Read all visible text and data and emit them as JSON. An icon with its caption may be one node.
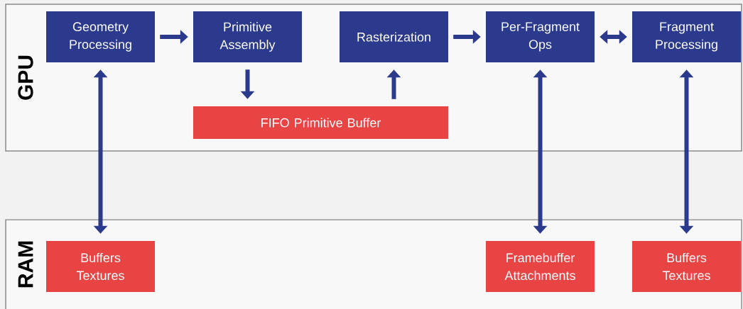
{
  "diagram": {
    "nodes": [
      {
        "text": [
          "GPU"
        ]
      },
      {
        "text": [
          "Geometry Processing"
        ],
        "in": 0
      },
      {
        "text": [
          "Primitive Assembly"
        ],
        "in": 0
      },
      {
        "text": [
          "Rasterization"
        ],
        "in": 0
      },
      {
        "text": [
          "Per-Fragment Ops"
        ],
        "in": 0
      },
      {
        "text": [
          "Fragment Processing"
        ],
        "in": 0
      },
      {
        "text": [
          "FIFO Primitive Buffer"
        ],
        "in": 0
      },
      {
        "text": [
          "RAM"
        ]
      },
      {
        "text": [
          "Buffers Textures"
        ],
        "in": 7
      },
      {
        "text": [
          "Framebuffer Attachments"
        ],
        "in": 7
      },
      {
        "text": [
          "Buffers Textures"
        ],
        "in": 7
      }
    ],
    "edges": [
      {
        "from": 1,
        "to": 2,
        "arrow": "to"
      },
      {
        "from": 2,
        "to": 6,
        "arrow": "to"
      },
      {
        "from": 6,
        "to": 3,
        "arrow": "to"
      },
      {
        "from": 3,
        "to": 4,
        "arrow": "to"
      },
      {
        "from": 4,
        "to": 5,
        "arrow": "both"
      },
      {
        "from": 1,
        "to": 8,
        "arrow": "both"
      },
      {
        "from": 4,
        "to": 9,
        "arrow": "both"
      },
      {
        "from": 5,
        "to": 10,
        "arrow": "both"
      }
    ]
  }
}
